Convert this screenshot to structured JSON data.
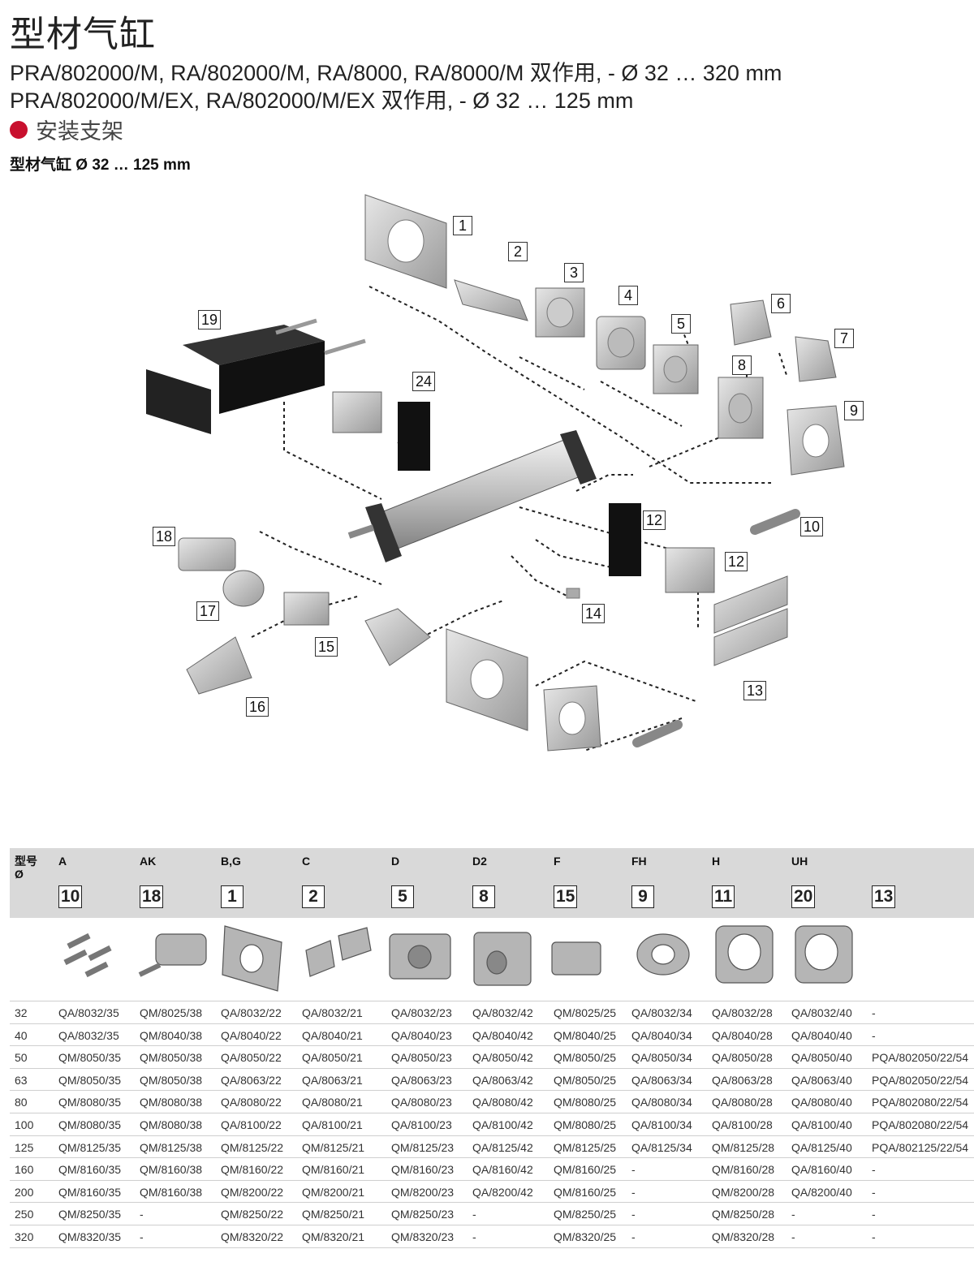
{
  "title": "型材气缸",
  "subtitle_1": "PRA/802000/M, RA/802000/M, RA/8000, RA/8000/M  双作用,  - Ø 32 … 320 mm",
  "subtitle_2": "PRA/802000/M/EX, RA/802000/M/EX 双作用,  - Ø 32 … 125 mm",
  "section_title": "安装支架",
  "diagram_caption": "型材气缸 Ø 32 … 125 mm",
  "diagram_callouts": [
    "1",
    "2",
    "3",
    "4",
    "5",
    "6",
    "7",
    "8",
    "9",
    "10",
    "12",
    "12",
    "13",
    "14",
    "15",
    "16",
    "17",
    "18",
    "19",
    "24"
  ],
  "colors": {
    "accent_dot": "#c8102e",
    "header_bg": "#d9d9d9"
  },
  "table": {
    "header_label": "型号\nØ",
    "columns": [
      {
        "code": "A",
        "num": "10"
      },
      {
        "code": "AK",
        "num": "18"
      },
      {
        "code": "B,G",
        "num": "1"
      },
      {
        "code": "C",
        "num": "2"
      },
      {
        "code": "D",
        "num": "5"
      },
      {
        "code": "D2",
        "num": "8"
      },
      {
        "code": "F",
        "num": "15"
      },
      {
        "code": "FH",
        "num": "9"
      },
      {
        "code": "H",
        "num": "11"
      },
      {
        "code": "UH",
        "num": "20"
      },
      {
        "code": "",
        "num": "13"
      }
    ],
    "rows": [
      [
        "32",
        "QA/8032/35",
        "QM/8025/38",
        "QA/8032/22",
        "QA/8032/21",
        "QA/8032/23",
        "QA/8032/42",
        "QM/8025/25",
        "QA/8032/34",
        "QA/8032/28",
        "QA/8032/40",
        "-"
      ],
      [
        "40",
        "QA/8032/35",
        "QM/8040/38",
        "QA/8040/22",
        "QA/8040/21",
        "QA/8040/23",
        "QA/8040/42",
        "QM/8040/25",
        "QA/8040/34",
        "QA/8040/28",
        "QA/8040/40",
        "-"
      ],
      [
        "50",
        "QM/8050/35",
        "QM/8050/38",
        "QA/8050/22",
        "QA/8050/21",
        "QA/8050/23",
        "QA/8050/42",
        "QM/8050/25",
        "QA/8050/34",
        "QA/8050/28",
        "QA/8050/40",
        "PQA/802050/22/54"
      ],
      [
        "63",
        "QM/8050/35",
        "QM/8050/38",
        "QA/8063/22",
        "QA/8063/21",
        "QA/8063/23",
        "QA/8063/42",
        "QM/8050/25",
        "QA/8063/34",
        "QA/8063/28",
        "QA/8063/40",
        "PQA/802050/22/54"
      ],
      [
        "80",
        "QM/8080/35",
        "QM/8080/38",
        "QA/8080/22",
        "QA/8080/21",
        "QA/8080/23",
        "QA/8080/42",
        "QM/8080/25",
        "QA/8080/34",
        "QA/8080/28",
        "QA/8080/40",
        "PQA/802080/22/54"
      ],
      [
        "100",
        "QM/8080/35",
        "QM/8080/38",
        "QA/8100/22",
        "QA/8100/21",
        "QA/8100/23",
        "QA/8100/42",
        "QM/8080/25",
        "QA/8100/34",
        "QA/8100/28",
        "QA/8100/40",
        "PQA/802080/22/54"
      ],
      [
        "125",
        "QM/8125/35",
        "QM/8125/38",
        "QM/8125/22",
        "QM/8125/21",
        "QM/8125/23",
        "QA/8125/42",
        "QM/8125/25",
        "QA/8125/34",
        "QM/8125/28",
        "QA/8125/40",
        "PQA/802125/22/54"
      ],
      [
        "160",
        "QM/8160/35",
        "QM/8160/38",
        "QM/8160/22",
        "QM/8160/21",
        "QM/8160/23",
        "QA/8160/42",
        "QM/8160/25",
        "-",
        "QM/8160/28",
        "QA/8160/40",
        "-"
      ],
      [
        "200",
        "QM/8160/35",
        "QM/8160/38",
        "QM/8200/22",
        "QM/8200/21",
        "QM/8200/23",
        "QA/8200/42",
        "QM/8160/25",
        "-",
        "QM/8200/28",
        "QA/8200/40",
        "-"
      ],
      [
        "250",
        "QM/8250/35",
        "-",
        "QM/8250/22",
        "QM/8250/21",
        "QM/8250/23",
        "-",
        "QM/8250/25",
        "-",
        "QM/8250/28",
        "-",
        "-"
      ],
      [
        "320",
        "QM/8320/35",
        "-",
        "QM/8320/22",
        "QM/8320/21",
        "QM/8320/23",
        "-",
        "QM/8320/25",
        "-",
        "QM/8320/28",
        "-",
        "-"
      ]
    ]
  }
}
